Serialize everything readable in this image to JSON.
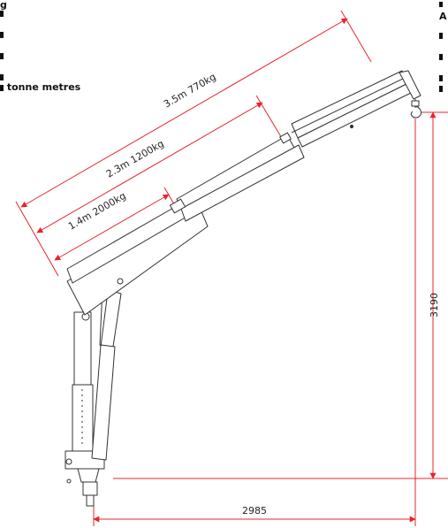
{
  "spec_fragments": {
    "left_column": [
      "g",
      "",
      "",
      "",
      ""
    ],
    "rating": "tonne metres",
    "right_column": [
      "",
      "A",
      "",
      "",
      ""
    ]
  },
  "diagram": {
    "reach_labels": [
      {
        "text": "3.5m 770kg"
      },
      {
        "text": "2.3m 1200kg"
      },
      {
        "text": "1.4m 2000kg"
      }
    ],
    "height_dimension": "3190",
    "horizontal_dimension": "2985"
  },
  "colors": {
    "dimension": "#e8242c",
    "outline": "#333333",
    "text": "#222222"
  }
}
